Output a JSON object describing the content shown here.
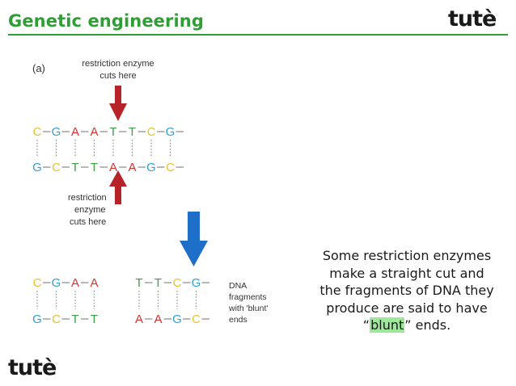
{
  "header": {
    "title": "Genetic engineering"
  },
  "branding": {
    "logo_text": "tutè"
  },
  "colors": {
    "title_green": "#2f9e35",
    "base_C": "#e8c22c",
    "base_G": "#2e9fd8",
    "base_A": "#d8322e",
    "base_T": "#3aa043",
    "enzyme_arrow": "#b8232a",
    "process_arrow": "#1e6fc7",
    "highlight": "#9ee89c"
  },
  "figure": {
    "panel_label": "(a)",
    "top_enzyme_label": [
      "restriction enzyme",
      "cuts here"
    ],
    "bottom_enzyme_label": [
      "restriction",
      "enzyme",
      "cuts here"
    ],
    "fragments_label": [
      "DNA",
      "fragments",
      "with 'blunt'",
      "ends"
    ],
    "top_strand": [
      "C",
      "G",
      "A",
      "A",
      "T",
      "T",
      "C",
      "G"
    ],
    "bottom_strand": [
      "G",
      "C",
      "T",
      "T",
      "A",
      "A",
      "G",
      "C"
    ],
    "left_fragment_top": [
      "C",
      "G",
      "A",
      "A"
    ],
    "left_fragment_bottom": [
      "G",
      "C",
      "T",
      "T"
    ],
    "right_fragment_top": [
      "T",
      "T",
      "C",
      "G"
    ],
    "right_fragment_bottom": [
      "A",
      "A",
      "G",
      "C"
    ]
  },
  "caption": {
    "line1": "Some restriction enzymes",
    "line2": "make a straight cut and",
    "line3": "the fragments of DNA they",
    "line4": "produce are said to have",
    "line5_open": "“",
    "line5_highlight": "blunt",
    "line5_close": "” ends."
  }
}
